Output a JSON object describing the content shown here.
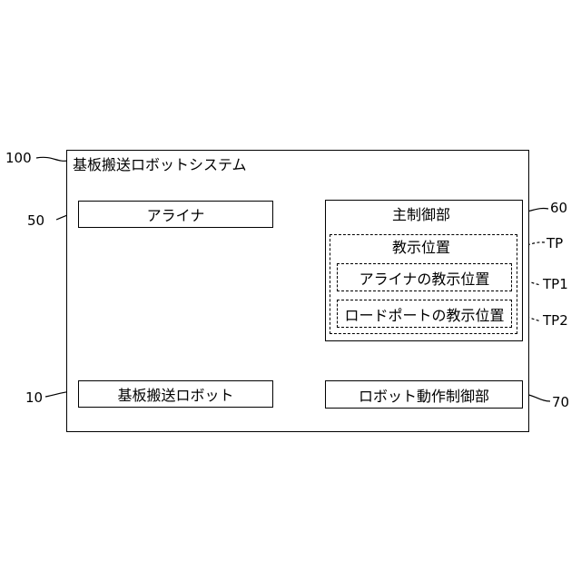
{
  "system": {
    "ref": "100",
    "title": "基板搬送ロボットシステム"
  },
  "aligner": {
    "ref": "50",
    "label": "アライナ"
  },
  "main_controller": {
    "ref": "60",
    "label": "主制御部",
    "teaching_position": {
      "ref": "TP",
      "label": "教示位置",
      "aligner_teaching": {
        "ref": "TP1",
        "label": "アライナの教示位置"
      },
      "loadport_teaching": {
        "ref": "TP2",
        "label": "ロードポートの教示位置"
      }
    }
  },
  "robot": {
    "ref": "10",
    "label": "基板搬送ロボット"
  },
  "robot_controller": {
    "ref": "70",
    "label": "ロボット動作制御部"
  }
}
